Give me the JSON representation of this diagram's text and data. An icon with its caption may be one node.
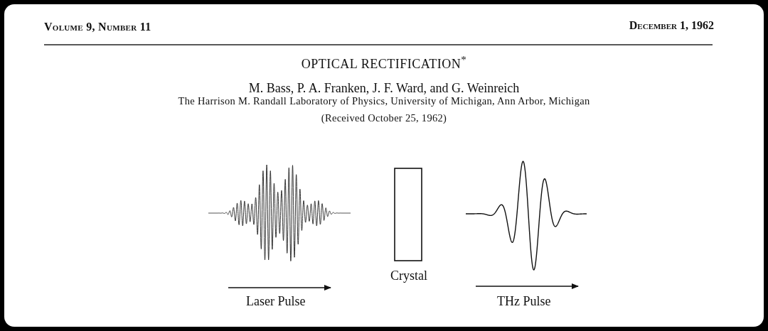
{
  "diagram": {
    "title": "OPTICAL RECTIFICATION$^{*}$",
    "nodes": [
      {
        "text": [
          "Crystal"
        ]
      }
    ],
    "edges": [],
    "labels": [
      "Volume 9, Number 11",
      "December 1, 1962",
      "M. Bass, P. A. Franken, J. F. Ward, and G. Weinreich",
      "The Harrison M. Randall Laboratory of Physics, University of Michigan, Ann Arbor, Michigan",
      "(Received October 25, 1962)",
      "Laser Pulse",
      "THz Pulse"
    ]
  }
}
